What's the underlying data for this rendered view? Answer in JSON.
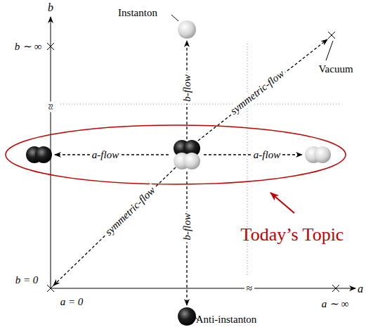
{
  "diagram": {
    "labels": [
      "Instanton",
      "b",
      "b ∼ ∞",
      "Vacuum",
      "≈",
      "symmetric-flow",
      "b-flow",
      "a-flow",
      "a-flow",
      "b-flow",
      "symmetric-flow",
      "Today’s Topic",
      "b = 0",
      "a = 0",
      "≈",
      "a ∼ ∞",
      "a",
      "Anti-instanton"
    ]
  }
}
